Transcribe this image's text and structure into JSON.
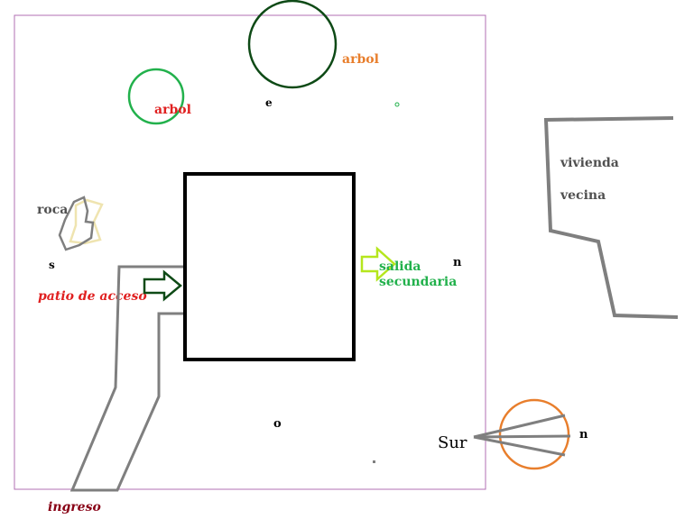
{
  "colors": {
    "background": "#ffffff",
    "lot_border": "#b06fb3",
    "gray_line": "#7f7f7f",
    "black": "#000000",
    "dark_green": "#0e4a16",
    "green": "#22b14c",
    "lime": "#b5e61d",
    "orange": "#e87e2c",
    "red": "#e02020",
    "dark_red": "#880015",
    "rock_outline": "#7f7f7f",
    "rock_fill_outline": "#efe4b0",
    "text_gray": "#505050"
  },
  "labels": {
    "arbol_large": "arbol",
    "arbol_small": "arbol",
    "e": "e",
    "roca": "roca",
    "s": "s",
    "patio_de_acceso": "patio de acceso",
    "salida": "salida",
    "secundaria": "secundaria",
    "n_east": "n",
    "vivienda": "vivienda",
    "vecina": "vecina",
    "o": "o",
    "sur": "Sur",
    "n_compass": "n",
    "ingreso": "ingreso"
  },
  "icons": {
    "entry_arrow": "right-arrow-icon",
    "exit_arrow": "right-arrow-icon",
    "compass": "compass-icon"
  }
}
